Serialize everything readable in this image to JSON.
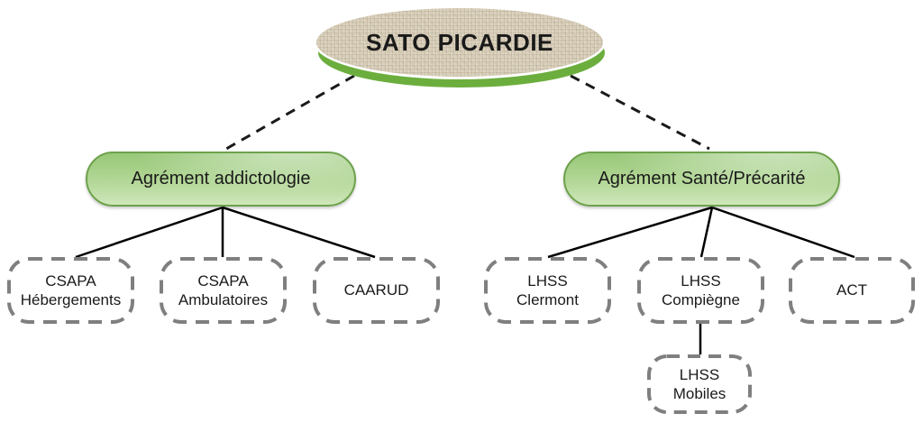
{
  "diagram": {
    "title": "SATO PICARDIE",
    "colors": {
      "root_fill": "#D9CFBA",
      "root_underline_green": "#6CAE3E",
      "branch_fill_top": "#98C878",
      "branch_fill_bottom": "#CFE7BB",
      "branch_border": "#6DA24C",
      "leaf_dashed_border": "#7F7F7F",
      "connector_color": "#000000",
      "text_color": "#1A1A1A"
    },
    "branches": [
      {
        "label": "Agrément addictologie",
        "children": [
          {
            "label": "CSAPA\nHébergements"
          },
          {
            "label": "CSAPA\nAmbulatoires"
          },
          {
            "label": "CAARUD"
          }
        ]
      },
      {
        "label": "Agrément Santé/Précarité",
        "children": [
          {
            "label": "LHSS\nClermont"
          },
          {
            "label": "LHSS\nCompiègne",
            "children": [
              {
                "label": "LHSS\nMobiles"
              }
            ]
          },
          {
            "label": "ACT"
          }
        ]
      }
    ]
  }
}
